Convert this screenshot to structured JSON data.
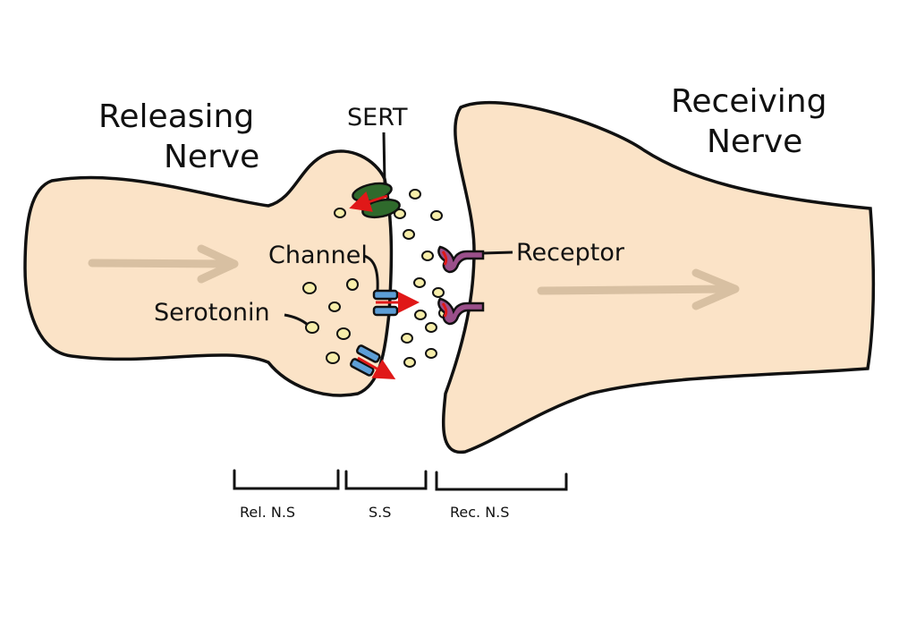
{
  "labels": {
    "releasing_line1": "Releasing",
    "releasing_line2": "Nerve",
    "receiving_line1": "Receiving",
    "receiving_line2": "Nerve",
    "sert": "SERT",
    "channel": "Channel",
    "serotonin": "Serotonin",
    "receptor": "Receptor",
    "rel_ns": "Rel. N.S",
    "ss": "S.S",
    "rec_ns": "Rec. N.S"
  },
  "colors": {
    "nerve_fill": "#fbe3c7",
    "outline": "#111111",
    "flow_arrow": "#d8c0a2",
    "serotonin": "#f7eeaa",
    "sert": "#2f6a2c",
    "channel": "#5d9ed6",
    "receptor": "#9a4f8a",
    "transport_arrow": "#e01818"
  }
}
